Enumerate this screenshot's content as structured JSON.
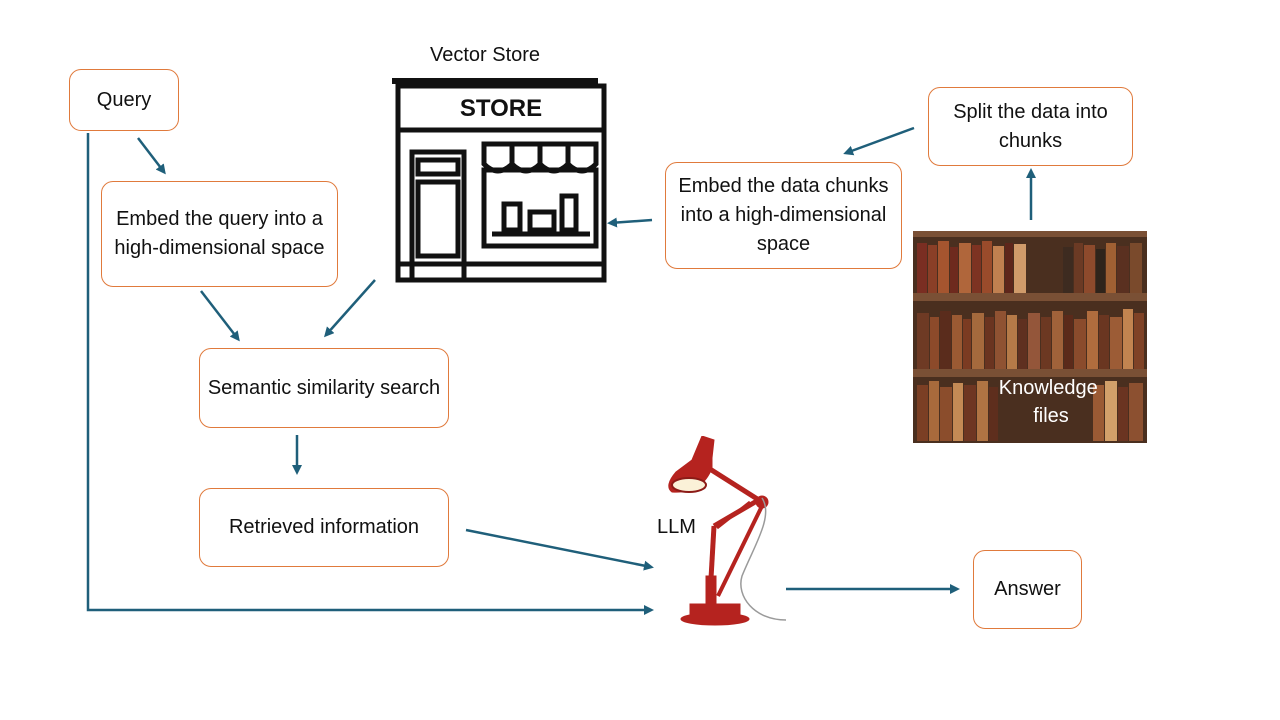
{
  "nodes": {
    "query": "Query",
    "embed_query": "Embed the query into a high-dimensional space",
    "semantic_search": "Semantic similarity search",
    "retrieved": "Retrieved information",
    "embed_chunks": "Embed the data chunks into a high-dimensional space",
    "split": "Split the data into chunks",
    "answer": "Answer"
  },
  "labels": {
    "vector_store": "Vector Store",
    "llm": "LLM",
    "knowledge_files": "Knowledge files"
  },
  "store_sign": "STORE",
  "icons": {
    "store": "store-icon",
    "bookshelf": "bookshelf-image",
    "lamp": "desk-lamp-image"
  },
  "colors": {
    "box_border": "#e07a3c",
    "arrow": "#1f5f7a",
    "lamp": "#b5231f",
    "wood": "#6b4226"
  }
}
